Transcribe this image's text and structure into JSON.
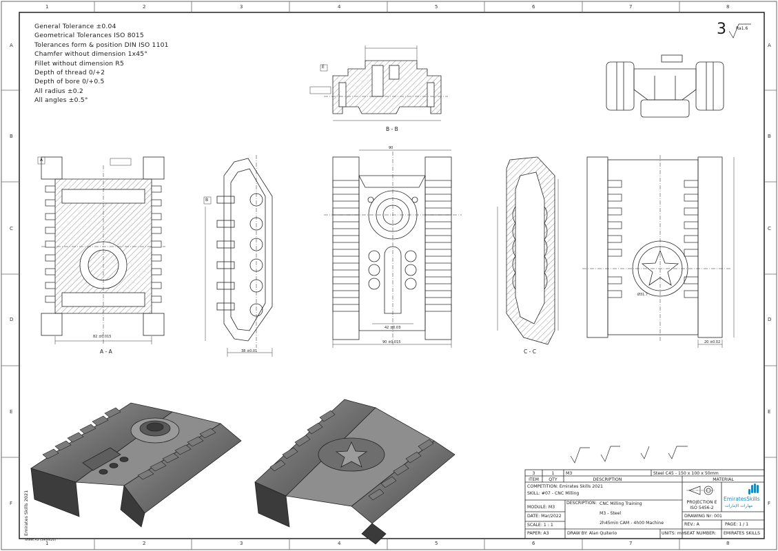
{
  "zones": {
    "columns": [
      "1",
      "2",
      "3",
      "4",
      "5",
      "6",
      "7",
      "8"
    ],
    "rows": [
      "A",
      "B",
      "C",
      "D",
      "E",
      "F"
    ]
  },
  "notes": [
    "General Tolerance ±0.04",
    "Geometrical Tolerances ISO 8015",
    "Tolerances form & position DIN ISO 1101",
    "Chamfer without dimension 1x45°",
    "Fillet without dimension R5",
    "Depth of thread 0/+2",
    "Depth of bore 0/+0.5",
    "All radius ±0.2",
    "All angles ±0.5°"
  ],
  "roughness": {
    "main": "3",
    "symbol": "Ra1.6"
  },
  "view_labels": {
    "aa": "A - A",
    "bb": "B - B",
    "cc": "C - C"
  },
  "datums": {
    "a": "A",
    "b": "B",
    "e": "E"
  },
  "key_dims": {
    "width_aa": "82 ±0.015",
    "width_side": "38 ±0.01",
    "width_top": "90",
    "overall": "90 ±0.015",
    "right_w": "20 ±0.02",
    "dia_star": "Ø31.7",
    "bottom_center": "42 ±0.03"
  },
  "sidebar_text": "Emirates Skills 2021",
  "sheet_code": "Sheet A3 (594x420)",
  "title_block": {
    "item": "3",
    "qty": "1",
    "module_code": "M3",
    "material": "Steel C45 - 150 x 100 x 50mm",
    "h_item": "ITEM",
    "h_qty": "QTY",
    "h_desc": "DESCRIPTION",
    "h_material": "MATERIAL",
    "competition": "COMPETITION: Emirates Skills 2021",
    "skill": "SKILL: #07 - CNC Milling",
    "module": "MODULE: M3",
    "description_label": "DESCRIPTION:",
    "desc1": "CNC Milling Training",
    "desc2": "M3 - Steel",
    "desc3": "2h45min CAM - 4h00 Machine",
    "projection": "PROJECTION E",
    "iso": "ISO 5456-2",
    "logo_en": "EmiratesSkills",
    "logo_ar": "مهارات الإمارات",
    "date": "DATE: Mar/2022",
    "drawing_nr": "DRAWING Nr: 001",
    "scale": "SCALE: 1 : 1",
    "rev": "REV.: A",
    "page": "PAGE: 1 / 1",
    "paper": "PAPER: A3",
    "draw_by": "DRAW BY: Alan Quiterio",
    "units": "UNITS: mm",
    "seat": "SEAT NUMBER:",
    "org": "EMIRATES SKILLS"
  }
}
